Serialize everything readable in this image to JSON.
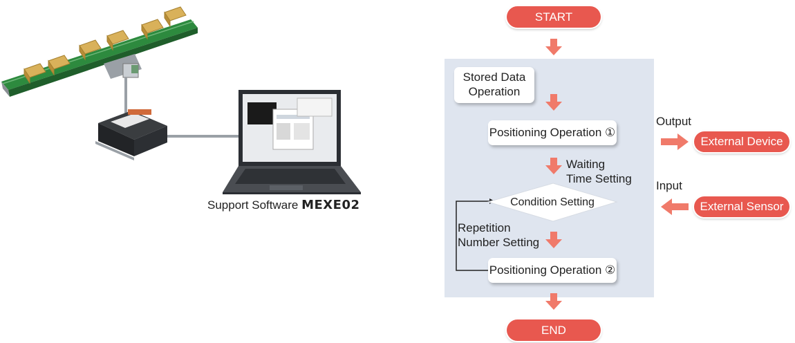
{
  "caption": {
    "prefix": "Support Software ",
    "product": "MEXE02"
  },
  "flow": {
    "start": "START",
    "end": "END",
    "stored_data_line1": "Stored Data",
    "stored_data_line2": "Operation",
    "positioning_1": "Positioning Operation ①",
    "waiting_line1": "Waiting",
    "waiting_line2": "Time Setting",
    "condition": "Condition Setting",
    "repetition_line1": "Repetition",
    "repetition_line2": "Number Setting",
    "positioning_2": "Positioning Operation ②"
  },
  "io": {
    "output_label": "Output",
    "external_device": "External Device",
    "input_label": "Input",
    "external_sensor": "External Sensor"
  },
  "colors": {
    "accent_red": "#e8584f",
    "arrow_salmon": "#f07a6a",
    "panel_blue": "#dfe5ef"
  }
}
